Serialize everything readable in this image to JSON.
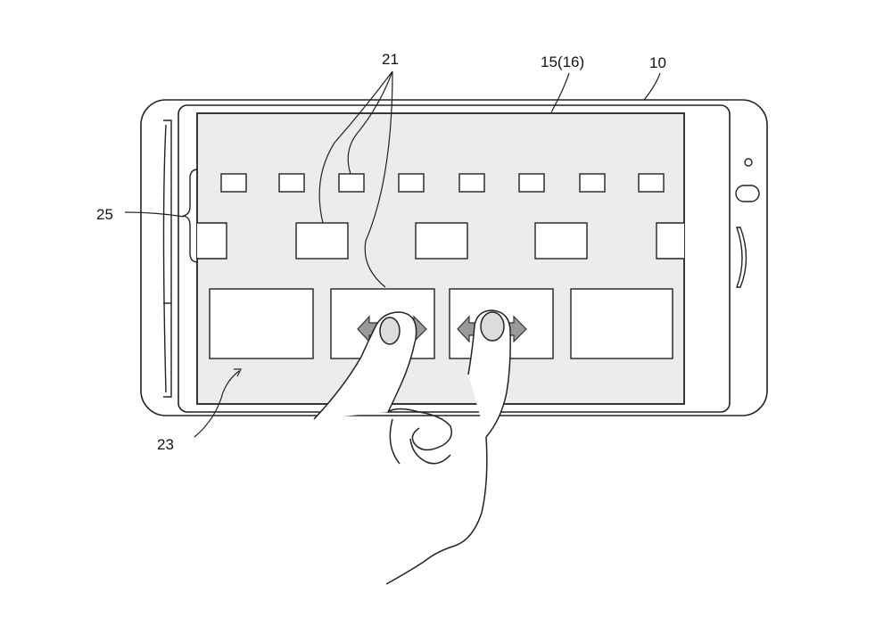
{
  "labels": {
    "device": "10",
    "display": "15(16)",
    "objects": "21",
    "screen": "23",
    "object_group": "25"
  },
  "colors": {
    "line": "#222222",
    "screen_fill": "#ececec",
    "arrow_fill": "#9a9a9a"
  }
}
